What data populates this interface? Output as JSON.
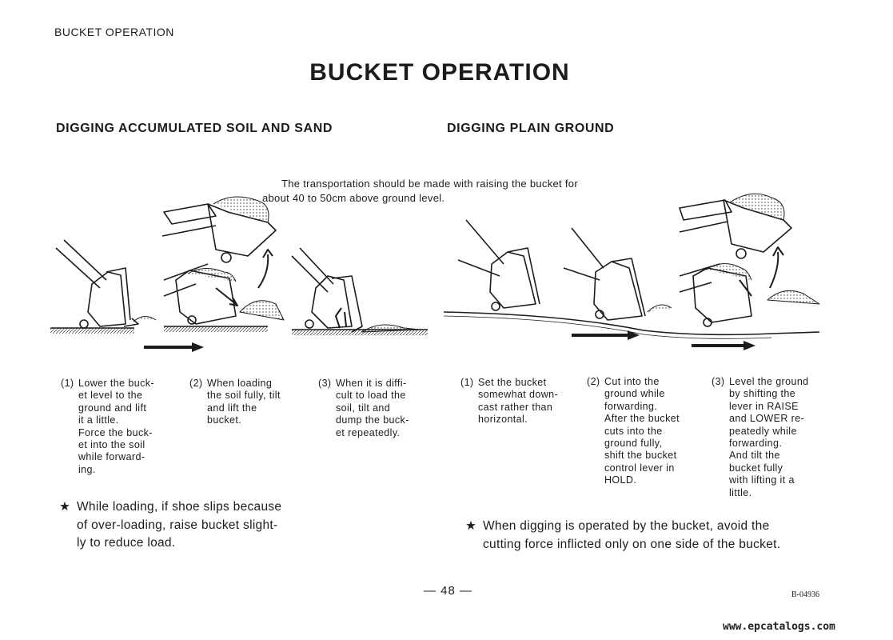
{
  "header": {
    "running_title": "BUCKET OPERATION",
    "title": "BUCKET OPERATION"
  },
  "sections": {
    "left_title": "DIGGING ACCUMULATED SOIL AND SAND",
    "right_title": "DIGGING PLAIN GROUND"
  },
  "transport_note": [
    "The transportation should be made with raising the bucket for",
    "about 40 to 50cm above ground level."
  ],
  "steps_left": [
    {
      "num": "(1)",
      "lines": [
        "Lower the buck-",
        "et level to the",
        "ground and lift",
        "it a little.",
        "Force the buck-",
        "et into the soil",
        "while forward-",
        "ing."
      ]
    },
    {
      "num": "(2)",
      "lines": [
        "When loading",
        "the soil fully, tilt",
        "and lift the",
        "bucket."
      ]
    },
    {
      "num": "(3)",
      "lines": [
        "When it is diffi-",
        "cult to load the",
        "soil, tilt and",
        "dump the buck-",
        "et repeatedly."
      ]
    }
  ],
  "steps_right": [
    {
      "num": "(1)",
      "lines": [
        "Set the bucket",
        "somewhat down-",
        "cast rather than",
        "horizontal."
      ]
    },
    {
      "num": "(2)",
      "lines": [
        "Cut into the",
        "ground while",
        "forwarding.",
        "After the bucket",
        "cuts into the",
        "ground fully,",
        "shift the bucket",
        "control lever in",
        "HOLD."
      ]
    },
    {
      "num": "(3)",
      "lines": [
        "Level the ground",
        "by shifting the",
        "lever in RAISE",
        "and LOWER re-",
        "peatedly while",
        "forwarding.",
        "And tilt the",
        "bucket fully",
        "with lifting it a",
        "little."
      ]
    }
  ],
  "notes": {
    "left": {
      "star": "★",
      "lines": [
        "While loading, if shoe slips because",
        "of over-loading, raise bucket slight-",
        "ly to reduce load."
      ]
    },
    "right": {
      "star": "★",
      "lines": [
        "When digging is operated by the bucket, avoid the",
        "cutting force inflicted only on one side of the bucket."
      ]
    }
  },
  "footer": {
    "page_number": "— 48 —",
    "doc_code": "B-04936",
    "watermark": "www.epcatalogs.com"
  }
}
